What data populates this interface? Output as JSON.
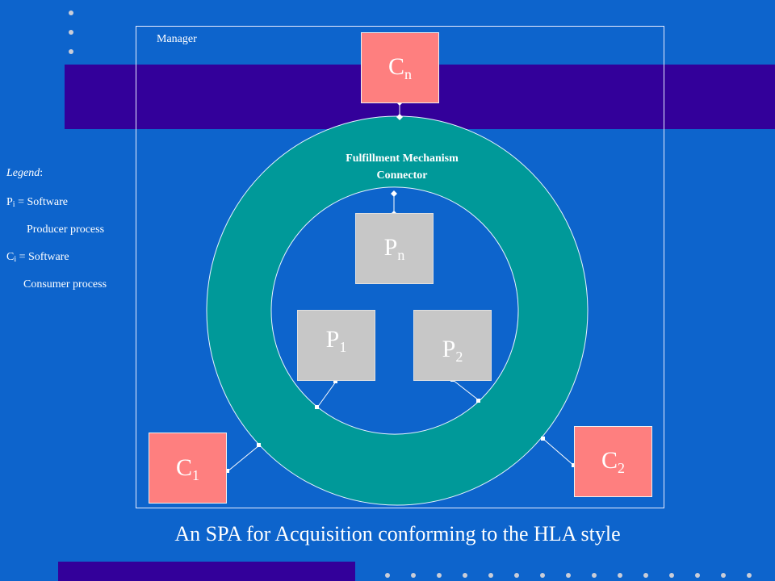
{
  "manager": {
    "label": "Manager"
  },
  "connector": {
    "line1": "Fulfillment Mechanism",
    "line2": "Connector"
  },
  "boxes": {
    "cn": {
      "base": "C",
      "sub": "n"
    },
    "pn": {
      "base": "P",
      "sub": "n"
    },
    "p1": {
      "base": "P",
      "sub": "1"
    },
    "p2": {
      "base": "P",
      "sub": "2"
    },
    "c1": {
      "base": "C",
      "sub": "1"
    },
    "c2": {
      "base": "C",
      "sub": "2"
    }
  },
  "legend": {
    "title": "Legend",
    "title_suffix": ":",
    "p_symbol": "P",
    "p_sub": "i",
    "p_text": " = Software",
    "p_text2": "Producer process",
    "c_symbol": "C",
    "c_sub": "i",
    "c_text": " = Software",
    "c_text2": "Consumer process"
  },
  "caption": "An SPA for Acquisition conforming to the HLA style",
  "colors": {
    "background": "#0d64cc",
    "band": "#33009a",
    "ring": "#009999",
    "consumer_box": "#fe7f7f",
    "producer_box": "#c7c7c7"
  }
}
